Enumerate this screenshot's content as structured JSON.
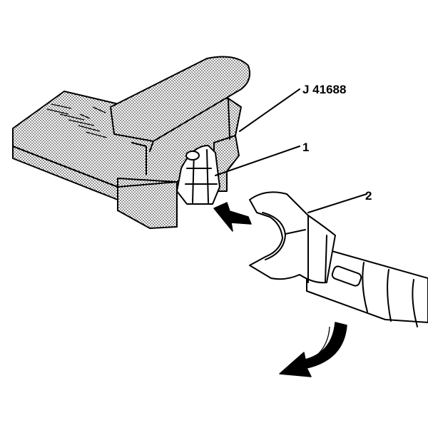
{
  "labels": {
    "tool": "J 41688",
    "part1": "1",
    "part2": "2"
  },
  "icons": {
    "push_arrow": "arrow-left-icon",
    "turn_arrow": "curved-arrow-icon"
  },
  "colors": {
    "ink": "#000000",
    "background": "#ffffff"
  }
}
